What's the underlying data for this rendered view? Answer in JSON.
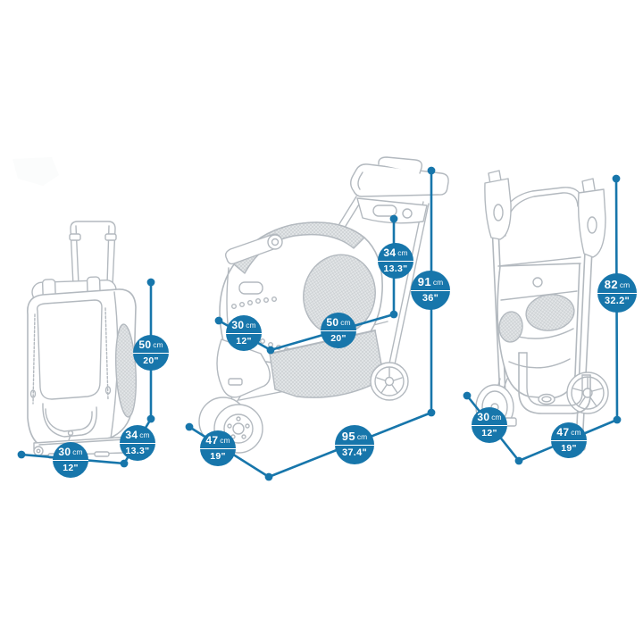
{
  "page": {
    "background": "#ffffff",
    "description": "Pet stroller / carrier product dimension diagram with three views"
  },
  "colors": {
    "accent": "#1776ab",
    "badge_text": "#ffffff",
    "art_line": "#b3b9bf",
    "mesh_fill": "#e3e6e8",
    "mesh_hatch": "#c7cbce"
  },
  "views": {
    "backpack": {
      "name": "backpack-carrier-view",
      "dims": {
        "height": {
          "value": "50",
          "unit": "cm",
          "inches": "20\""
        },
        "depth": {
          "value": "34",
          "unit": "cm",
          "inches": "13.3\""
        },
        "width": {
          "value": "30",
          "unit": "cm",
          "inches": "12\""
        }
      }
    },
    "stroller": {
      "name": "stroller-view",
      "dims": {
        "carrier_height": {
          "value": "34",
          "unit": "cm",
          "inches": "13.3\""
        },
        "overall_height": {
          "value": "91",
          "unit": "cm",
          "inches": "36\""
        },
        "carrier_width": {
          "value": "30",
          "unit": "cm",
          "inches": "12\""
        },
        "carrier_length": {
          "value": "50",
          "unit": "cm",
          "inches": "20\""
        },
        "base_width": {
          "value": "47",
          "unit": "cm",
          "inches": "19\""
        },
        "overall_length": {
          "value": "95",
          "unit": "cm",
          "inches": "37.4\""
        }
      }
    },
    "folded": {
      "name": "folded-stroller-view",
      "dims": {
        "height": {
          "value": "82",
          "unit": "cm",
          "inches": "32.2\""
        },
        "width": {
          "value": "30",
          "unit": "cm",
          "inches": "12\""
        },
        "depth": {
          "value": "47",
          "unit": "cm",
          "inches": "19\""
        }
      }
    }
  }
}
